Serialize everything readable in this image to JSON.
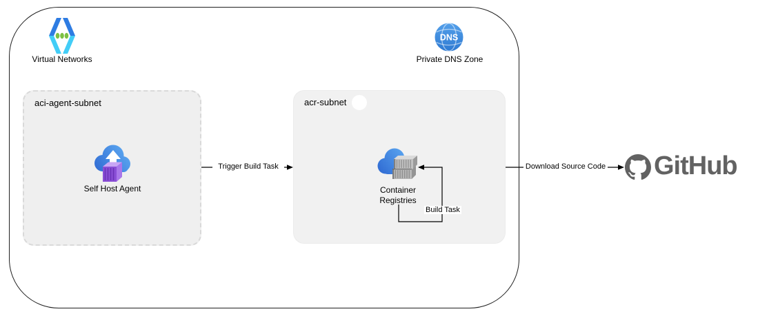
{
  "diagram": {
    "vnet": {
      "label": "Virtual Networks"
    },
    "dns": {
      "label": "Private DNS Zone",
      "icon_text": "DNS"
    },
    "subnets": {
      "aci": {
        "label": "aci-agent-subnet",
        "resource_label": "Self Host Agent"
      },
      "acr": {
        "label": "acr-subnet",
        "resource_label_line1": "Container",
        "resource_label_line2": "Registries"
      }
    },
    "arrows": {
      "trigger": {
        "label": "Trigger Build Task"
      },
      "download": {
        "label": "Download Source Code"
      },
      "build": {
        "label": "Build Task"
      }
    },
    "github": {
      "label": "GitHub"
    },
    "colors": {
      "vnet_chevron_blue": "#2e7ce2",
      "vnet_chevron_cyan": "#42cdf7",
      "vnet_dot_green": "#7cc142",
      "dns_circle_blue": "#3e8ede",
      "cloud_blue_dark": "#2a63cf",
      "cloud_blue_light": "#62b0f5",
      "container_purple": "#8a4fd6",
      "registry_gray": "#c2c2c2",
      "subnet_fill": "#efefef",
      "github_gray": "#626262",
      "line_black": "#000000"
    }
  }
}
